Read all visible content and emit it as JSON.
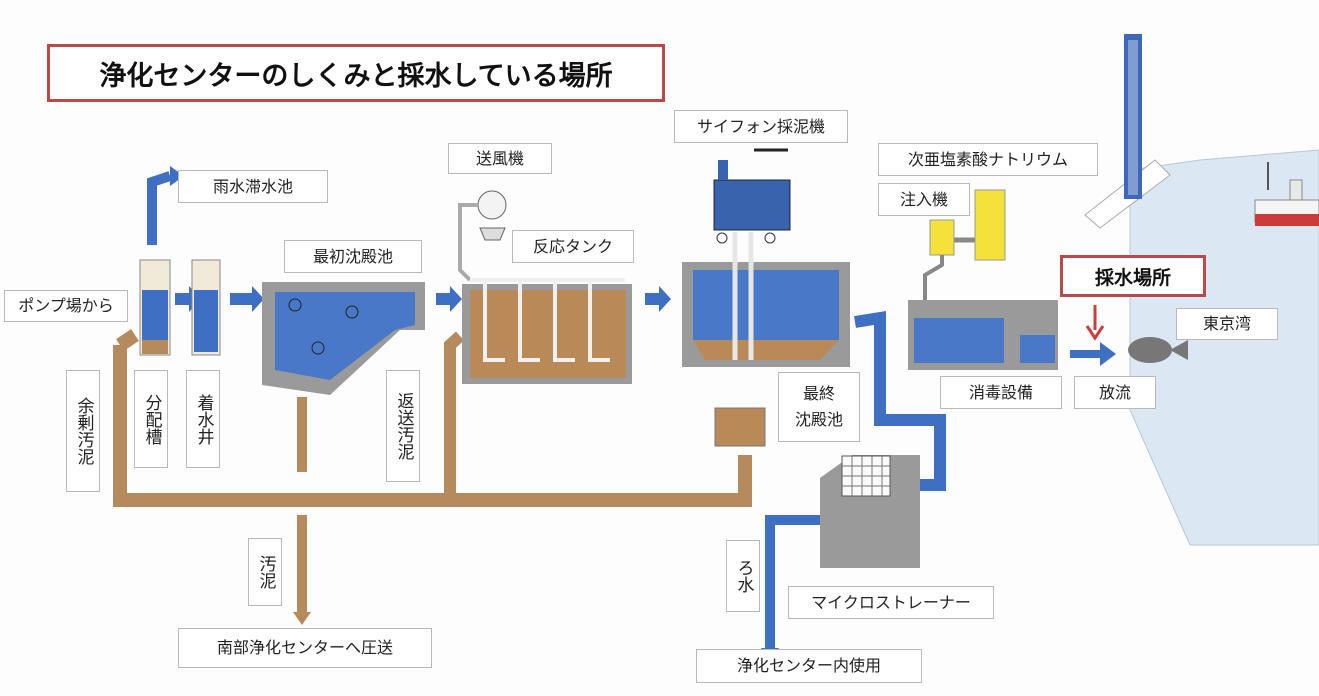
{
  "title": "浄化センターのしくみと採水している場所",
  "sampling_point": "採水場所",
  "labels": {
    "pump_station": "ポンプ場から",
    "rain_pond": "雨水滞水池",
    "primary_tank": "最初沈殿池",
    "blower": "送風機",
    "reaction_tank": "反応タンク",
    "siphon": "サイフォン採泥機",
    "hypochlorite": "次亜塩素酸ナトリウム",
    "injector": "注入機",
    "tokyo_bay": "東京湾",
    "disinfection": "消毒設備",
    "discharge": "放流",
    "final_tank": "最終\n沈殿池",
    "microstrainer": "マイクロストレーナー",
    "in_plant_use": "浄化センター内使用",
    "south_center": "南部浄化センターへ圧送"
  },
  "vertical_labels": {
    "excess_sludge": "余剰汚泥",
    "distribution_tank": "分配槽",
    "receiving_well": "着水井",
    "return_sludge": "返送汚泥",
    "sludge": "汚泥",
    "filtrate": "ろ水"
  },
  "colors": {
    "water": "#3f6fc2",
    "sludge": "#b58a5c",
    "title_border": "#b84a4a",
    "sea": "#d9e6f3"
  }
}
